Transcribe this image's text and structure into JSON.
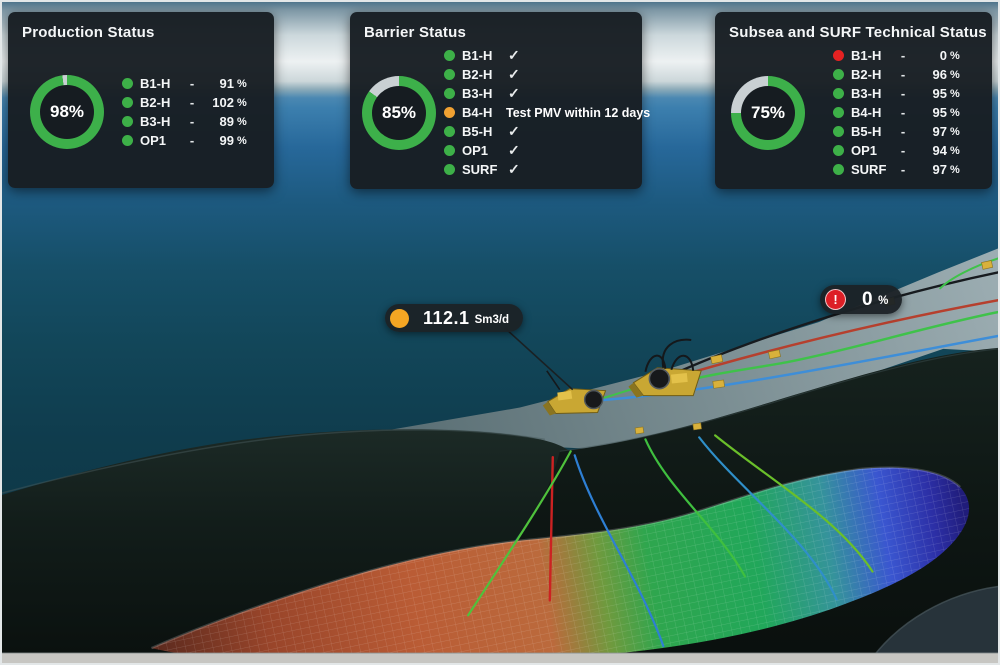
{
  "colors": {
    "gauge_green": "#3db04a",
    "gauge_track": "#c9d0d3",
    "status_ok": "#3db048",
    "status_warning": "#f0a132",
    "status_alarm": "#e52222",
    "pipeline_red": "#b6402e",
    "pipeline_green": "#3fc24a",
    "pipeline_blue": "#3e8ed8",
    "umbilical_black": "#171b1f"
  },
  "panels": [
    {
      "title": "Production Status",
      "gauge": {
        "value": 98,
        "label": "98%"
      },
      "rows": [
        {
          "label": "B1-H",
          "sep": "-",
          "value": "91",
          "unit": "%",
          "status": "ok"
        },
        {
          "label": "B2-H",
          "sep": "-",
          "value": "102",
          "unit": "%",
          "status": "ok"
        },
        {
          "label": "B3-H",
          "sep": "-",
          "value": "89",
          "unit": "%",
          "status": "ok"
        },
        {
          "label": "OP1",
          "sep": "-",
          "value": "99",
          "unit": "%",
          "status": "ok"
        }
      ]
    },
    {
      "title": "Barrier Status",
      "gauge": {
        "value": 85,
        "label": "85%"
      },
      "rows": [
        {
          "label": "B1-H",
          "check": "✓",
          "status": "ok"
        },
        {
          "label": "B2-H",
          "check": "✓",
          "status": "ok"
        },
        {
          "label": "B3-H",
          "check": "✓",
          "status": "ok"
        },
        {
          "label": "B4-H",
          "message": "Test PMV within 12 days",
          "status": "warning"
        },
        {
          "label": "B5-H",
          "check": "✓",
          "status": "ok"
        },
        {
          "label": "OP1",
          "check": "✓",
          "status": "ok"
        },
        {
          "label": "SURF",
          "check": "✓",
          "status": "ok"
        }
      ]
    },
    {
      "title": "Subsea and SURF Technical Status",
      "gauge": {
        "value": 75,
        "label": "75%"
      },
      "rows": [
        {
          "label": "B1-H",
          "sep": "-",
          "value": "0",
          "unit": "%",
          "status": "alarm"
        },
        {
          "label": "B2-H",
          "sep": "-",
          "value": "96",
          "unit": "%",
          "status": "ok"
        },
        {
          "label": "B3-H",
          "sep": "-",
          "value": "95",
          "unit": "%",
          "status": "ok"
        },
        {
          "label": "B4-H",
          "sep": "-",
          "value": "95",
          "unit": "%",
          "status": "ok"
        },
        {
          "label": "B5-H",
          "sep": "-",
          "value": "97",
          "unit": "%",
          "status": "ok"
        },
        {
          "label": "OP1",
          "sep": "-",
          "value": "94",
          "unit": "%",
          "status": "ok"
        },
        {
          "label": "SURF",
          "sep": "-",
          "value": "97",
          "unit": "%",
          "status": "ok"
        }
      ]
    }
  ],
  "scene": {
    "flow_badge": {
      "value": "112.1",
      "unit": "Sm3/d",
      "status": "warning"
    },
    "alarm_badge": {
      "value": "0",
      "unit": "%",
      "status": "alarm",
      "icon": "!"
    }
  }
}
